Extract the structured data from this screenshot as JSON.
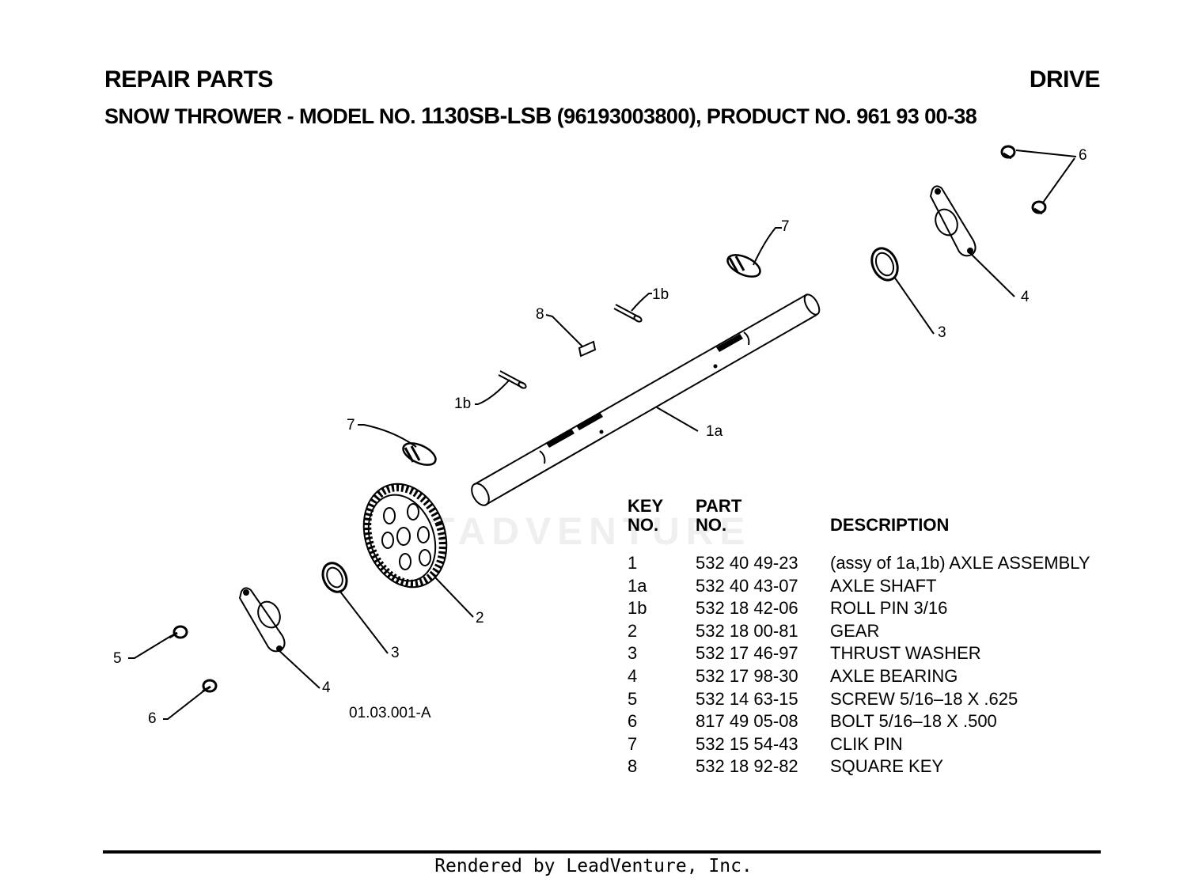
{
  "header": {
    "title_left": "REPAIR PARTS",
    "title_right": "DRIVE",
    "subtitle_prefix": "SNOW THROWER - MODEL NO.",
    "model_no": "1130SB-LSB",
    "subtitle_suffix": "(96193003800), PRODUCT NO. 961 93 00-38"
  },
  "diagram": {
    "callouts": {
      "c_6a": "6",
      "c_7a": "7",
      "c_1b_a": "1b",
      "c_8": "8",
      "c_4a": "4",
      "c_3a": "3",
      "c_1b_b": "1b",
      "c_1a": "1a",
      "c_7b": "7",
      "c_2": "2",
      "c_3b": "3",
      "c_5": "5",
      "c_4b": "4",
      "c_6b": "6"
    },
    "ref_code": "01.03.001-A",
    "watermark": "TADVENTURE"
  },
  "parts_table": {
    "headers": {
      "key": "KEY NO.",
      "key_1": "KEY",
      "key_2": "NO.",
      "part_1": "PART",
      "part_2": "NO.",
      "description": "DESCRIPTION"
    },
    "rows": [
      {
        "key": "1",
        "part": "532 40 49-23",
        "description": "(assy of 1a,1b) AXLE ASSEMBLY"
      },
      {
        "key": "1a",
        "part": "532 40 43-07",
        "description": "AXLE SHAFT"
      },
      {
        "key": "1b",
        "part": "532 18 42-06",
        "description": "ROLL PIN 3/16"
      },
      {
        "key": "2",
        "part": "532 18 00-81",
        "description": "GEAR"
      },
      {
        "key": "3",
        "part": "532 17 46-97",
        "description": "THRUST WASHER"
      },
      {
        "key": "4",
        "part": "532 17 98-30",
        "description": "AXLE BEARING"
      },
      {
        "key": "5",
        "part": "532 14 63-15",
        "description": "SCREW 5/16–18 X .625"
      },
      {
        "key": "6",
        "part": "817 49 05-08",
        "description": "BOLT 5/16–18 X .500"
      },
      {
        "key": "7",
        "part": "532 15 54-43",
        "description": "CLIK PIN"
      },
      {
        "key": "8",
        "part": "532 18 92-82",
        "description": "SQUARE KEY"
      }
    ]
  },
  "footer": {
    "rendered_by": "Rendered by LeadVenture, Inc."
  }
}
